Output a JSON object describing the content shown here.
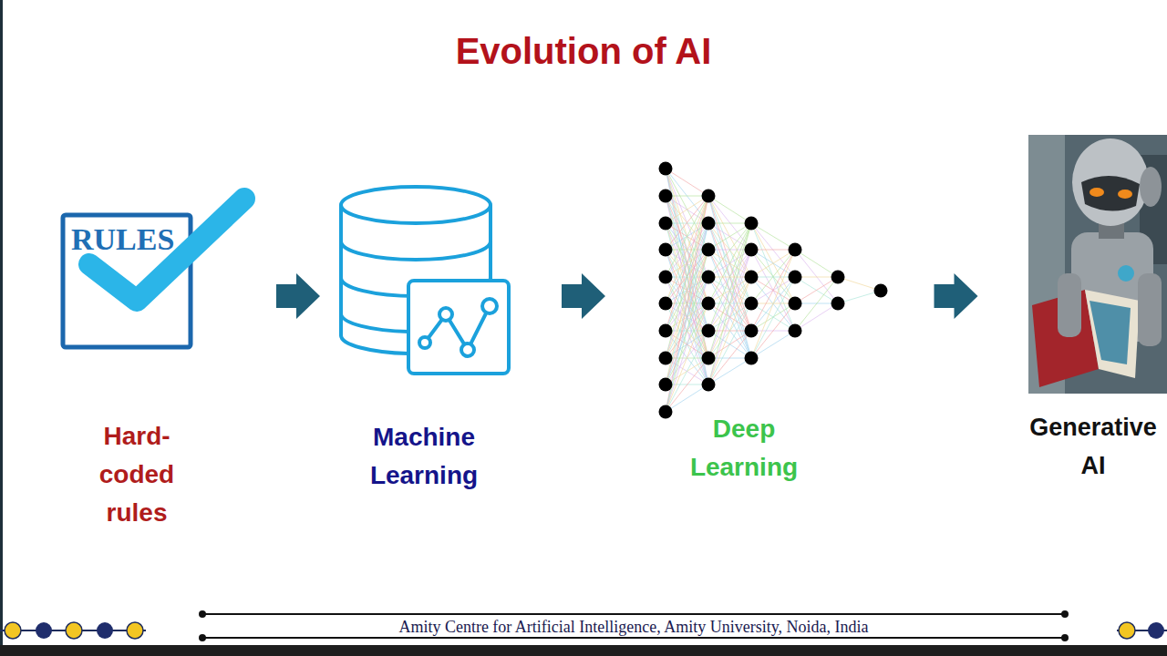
{
  "diagram": {
    "title": "Evolution of AI",
    "nodes": [
      {
        "text": [
          "Hard- coded rules"
        ]
      },
      {
        "text": [
          "Machine Learning"
        ]
      },
      {
        "text": [
          "Deep Learning"
        ]
      },
      {
        "text": [
          "Generative AI"
        ]
      }
    ],
    "edges": [
      {
        "from": 0,
        "to": 1,
        "arrow": "to"
      },
      {
        "from": 1,
        "to": 2,
        "arrow": "to"
      },
      {
        "from": 2,
        "to": 3,
        "arrow": "to"
      }
    ],
    "labels": [
      "RULES",
      "Amity Centre for Artificial Intelligence, Amity University, Noida, India"
    ]
  }
}
